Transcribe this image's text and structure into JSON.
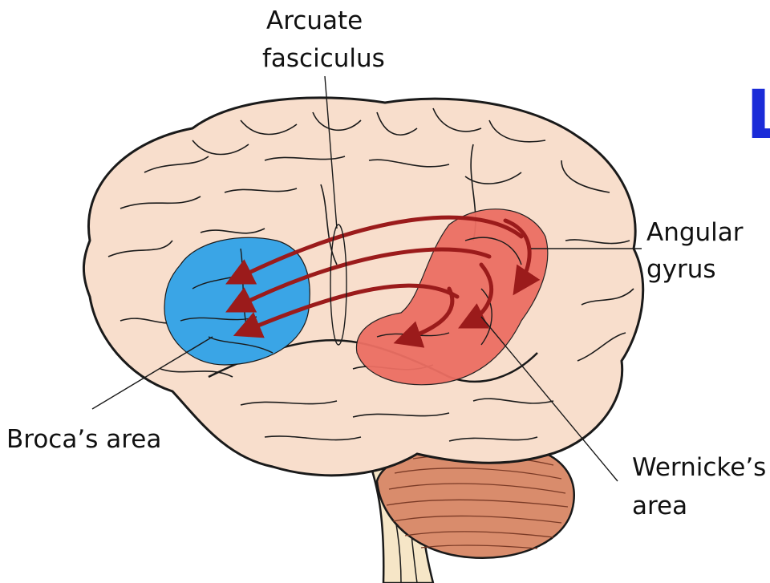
{
  "labels": {
    "arcuate_line1": "Arcuate",
    "arcuate_line2": "fasciculus",
    "angular_line1": "Angular",
    "angular_line2": "gyrus",
    "broca": "Broca’s area",
    "wernicke_line1": "Wernicke’s",
    "wernicke_line2": "area"
  },
  "title_fragment": "L",
  "colors": {
    "brain": "#f8decc",
    "outline": "#1a1a1a",
    "broca_region": "#3aa5e6",
    "wernicke_region": "#ec6f63",
    "arrows": "#9b1b1b",
    "cerebellum": "#d98c6c",
    "title_fragment": "#1a2bd8"
  }
}
